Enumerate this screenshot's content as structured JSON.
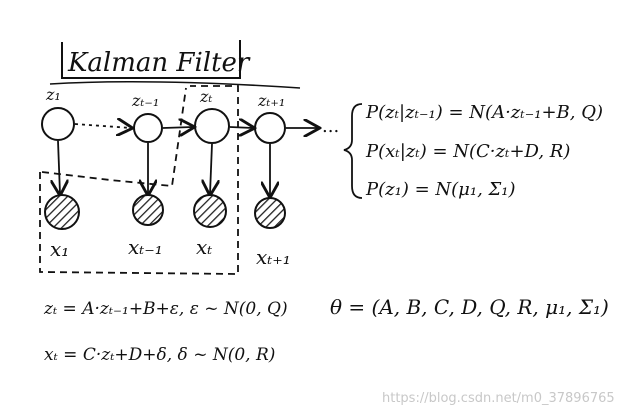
{
  "title": "Kalman Filter",
  "nodes": {
    "latent": [
      "z₁",
      "zₜ₋₁",
      "zₜ",
      "zₜ₊₁"
    ],
    "observed": [
      "x₁",
      "xₜ₋₁",
      "xₜ",
      "xₜ₊₁"
    ]
  },
  "ellipsis": "...",
  "equations_right": [
    "P(zₜ|zₜ₋₁) = N(A·zₜ₋₁+B, Q)",
    "P(xₜ|zₜ) = N(C·zₜ+D, R)",
    "P(z₁) = N(μ₁, Σ₁)"
  ],
  "equations_bottom": [
    "zₜ = A·zₜ₋₁+B+ε,  ε ~ N(0, Q)",
    "xₜ = C·zₜ+D+δ,  δ ~ N(0, R)"
  ],
  "theta": "θ = (A, B, C, D, Q, R, μ₁, Σ₁)",
  "watermark": "https://blog.csdn.net/m0_37896765",
  "colors": {
    "ink": "#111111",
    "hatch": "#222222",
    "watermark": "#c8c8c8"
  }
}
